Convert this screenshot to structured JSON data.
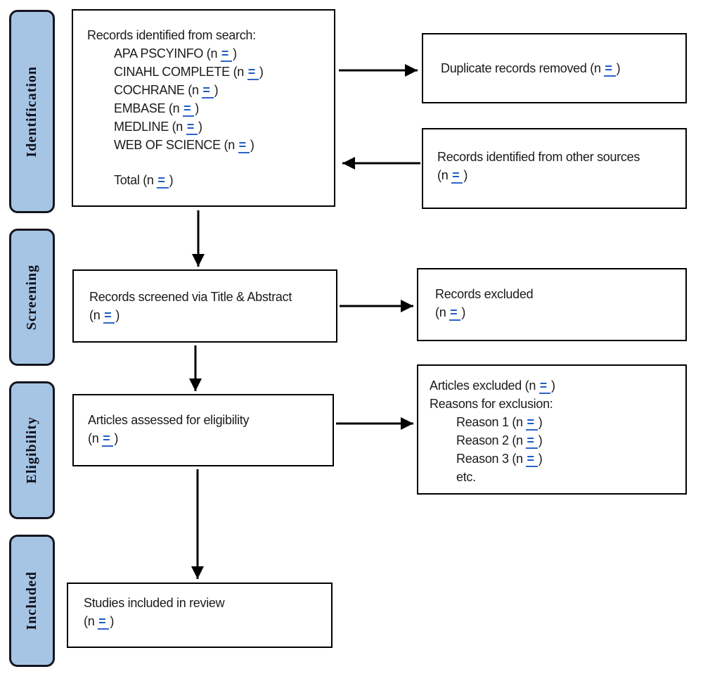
{
  "n_equals": "=",
  "stages": [
    {
      "id": "identification",
      "label": "Identification"
    },
    {
      "id": "screening",
      "label": "Screening"
    },
    {
      "id": "eligibility",
      "label": "Eligibility"
    },
    {
      "id": "included",
      "label": "Included"
    }
  ],
  "boxes": {
    "identified": {
      "intro": "Records identified from search:",
      "sources": [
        {
          "pre": "APA PSCYINFO (n ",
          "post": ")"
        },
        {
          "pre": "CINAHL COMPLETE (n ",
          "post": ")"
        },
        {
          "pre": "COCHRANE (n ",
          "post": ")"
        },
        {
          "pre": "EMBASE (n ",
          "post": ")"
        },
        {
          "pre": "MEDLINE (n ",
          "post": ")"
        },
        {
          "pre": "WEB OF SCIENCE (n ",
          "post": ")"
        }
      ],
      "total": {
        "pre": "Total (n ",
        "post": ")"
      }
    },
    "duplicates": {
      "pre": "Duplicate records removed (n ",
      "post": ")"
    },
    "other_sources": {
      "line1": "Records identified from other sources",
      "pre": "(n ",
      "post": ")"
    },
    "screened": {
      "line1": "Records screened via Title & Abstract",
      "pre": "(n ",
      "post": ")"
    },
    "records_excluded": {
      "line1": "Records excluded",
      "pre": "(n ",
      "post": ")"
    },
    "assessed": {
      "line1": "Articles assessed for eligibility",
      "pre": "(n ",
      "post": ")"
    },
    "articles_excluded": {
      "line1": {
        "pre": "Articles excluded (n ",
        "post": ")"
      },
      "line2": "Reasons for exclusion:",
      "reasons": [
        {
          "pre": "Reason 1 (n ",
          "post": ")"
        },
        {
          "pre": "Reason 2 (n ",
          "post": ")"
        },
        {
          "pre": "Reason 3 (n ",
          "post": ")"
        }
      ],
      "etc": "etc."
    },
    "included": {
      "line1": "Studies included in review",
      "pre": "(n ",
      "post": ")"
    }
  },
  "colors": {
    "stage_fill": "#a6c5e5",
    "stage_border": "#15151f",
    "box_border": "#000000",
    "field_blue": "#1f5bc4"
  }
}
